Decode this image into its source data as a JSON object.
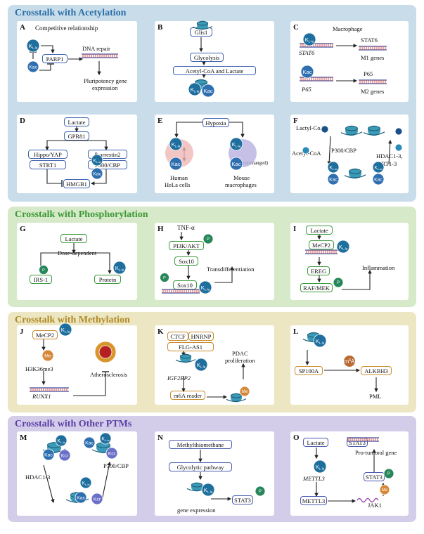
{
  "sections": {
    "acetylation": "Crosstalk with Acetylation",
    "phosphorylation": "Crosstalk with Phosphorylation",
    "methylation": "Crosstalk with Methylation",
    "other": "Crosstalk with Other PTMs"
  },
  "badges": {
    "kla": "K",
    "kla_sub": "L-la",
    "kac": "Kac",
    "kcr": "Kcr",
    "p": "P",
    "me": "Me",
    "m6a": "m",
    "m6a_sup": "6",
    "m6a_tail": "A"
  },
  "panels": {
    "A": {
      "label": "A",
      "title": "Competitive relationship",
      "parp1": "PARP1",
      "dna_repair": "DNA repair",
      "pluri1": "Pluripotency gene",
      "pluri2": "expression"
    },
    "B": {
      "label": "B",
      "glis1": "Glis1",
      "glycolysis": "Glycolysis",
      "acetyl": "Acetyl-CoA and Lactate"
    },
    "C": {
      "label": "C",
      "macrophage": "Macrophage",
      "stat6_gene": "STAT6",
      "stat6": "STAT6",
      "m1": "M1 genes",
      "p65_gene": "P65",
      "p65": "P65",
      "m2": "M2 genes"
    },
    "D": {
      "label": "D",
      "lactate": "Lactate",
      "gpr81": "GPR81",
      "hippo": "Hippo/YAP",
      "strt1": "STRT1",
      "arrestin": "β-arrestin2",
      "p300": "P300/CBP",
      "hmgb1": "HMGB1"
    },
    "E": {
      "label": "E",
      "hypoxia": "Hypoxia",
      "human1": "Human",
      "human2": "HeLa cells",
      "unchanged": "(unchanged)",
      "mouse1": "Mouse",
      "mouse2": "macrophages"
    },
    "F": {
      "label": "F",
      "lactyl": "Lactyl-CoA",
      "acetyl": "Acetyl-CoA",
      "p300": "P300/CBP",
      "hdac1": "HDAC1-3,",
      "hdac2": "SIRT1-3"
    },
    "G": {
      "label": "G",
      "lactate": "Lactate",
      "dose": "Dose-dependent",
      "irs1": "IRS-1",
      "protein": "Protein"
    },
    "H": {
      "label": "H",
      "tnf": "TNF-α",
      "pi3k": "PI3K/AKT",
      "sox10a": "Sox10",
      "sox10b": "Sox10",
      "trans": "Transdifferentiation"
    },
    "I": {
      "label": "I",
      "lactate": "Lactate",
      "mecp2": "MeCP2",
      "ereg": "EREG",
      "raf": "RAF/MEK",
      "inflam": "Inflammation"
    },
    "J": {
      "label": "J",
      "mecp2": "MeCP2",
      "h3k": "H3K36me3",
      "runx1": "RUNX1",
      "athero": "Atherosclerosis"
    },
    "K": {
      "label": "K",
      "ctcf": "CTCF",
      "hnrnp": "HNRNP",
      "flg": "FLG-AS1",
      "igf2bp2": "IGF2BP2",
      "pdac1": "PDAC",
      "pdac2": "proliferation",
      "m6a": "m6A reader"
    },
    "L": {
      "label": "L",
      "sp100a": "SP100A",
      "alkbh3": "ALKBH3",
      "pml": "PML"
    },
    "M": {
      "label": "M",
      "hdac": "HDAC1-3",
      "p300": "P300/CBP"
    },
    "N": {
      "label": "N",
      "methyl": "Methylthiomethane",
      "glyco": "Glycolytic pathway",
      "gene": "gene expression",
      "stat3": "STAT3"
    },
    "O": {
      "label": "O",
      "lactate": "Lactate",
      "stat3a": "STAT3",
      "protum": "Pro-tumoral gene",
      "stat3b": "STAT3",
      "mettl3_gene": "METTL3",
      "mettl3": "METTL3",
      "jak1": "JAK1"
    }
  },
  "colors": {
    "acetylation_bg": "#c9dcea",
    "acetylation_title": "#2b70a8",
    "phosphorylation_bg": "#d6e9c8",
    "phosphorylation_title": "#3b9a36",
    "methylation_bg": "#ece6c2",
    "methylation_title": "#b08a24",
    "other_bg": "#d3cdea",
    "other_title": "#5b3ea6",
    "kla": "#1f6f9e",
    "kac": "#2f6fb0",
    "kcr": "#6a6fc8",
    "p": "#27865a",
    "me": "#d6883a",
    "m6a": "#b86a32"
  }
}
